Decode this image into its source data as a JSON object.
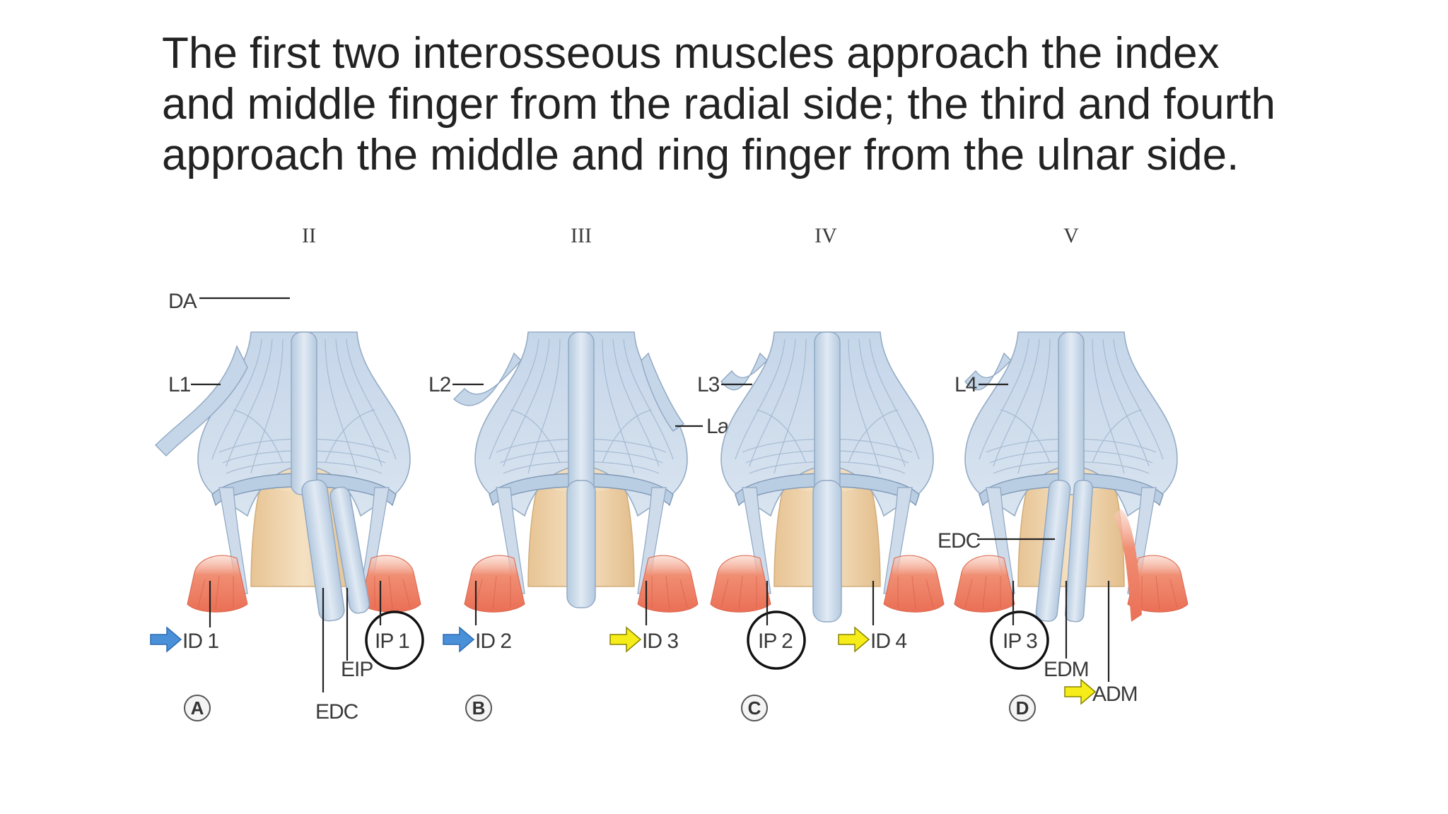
{
  "heading": {
    "line1": "The first two interosseous muscles approach the index",
    "line2": "and middle finger from the radial side; the third and fourth",
    "line3": "approach the middle and ring finger from the ulnar side."
  },
  "panels": [
    {
      "letter": "A",
      "finger": "II",
      "labels": {
        "da": "DA",
        "l": "L1",
        "id": "ID 1",
        "ip": "IP 1",
        "eip": "EIP",
        "edc": "EDC"
      },
      "id_arrow_color": "#4a90d9"
    },
    {
      "letter": "B",
      "finger": "III",
      "labels": {
        "l": "L2",
        "la": "La",
        "id_left": "ID 2",
        "id_right": "ID 3"
      },
      "id_left_arrow_color": "#4a90d9",
      "id_right_arrow_color": "#f5ec1a"
    },
    {
      "letter": "C",
      "finger": "IV",
      "labels": {
        "l": "L3",
        "ip": "IP 2",
        "id": "ID 4"
      },
      "id_arrow_color": "#f5ec1a"
    },
    {
      "letter": "D",
      "finger": "V",
      "labels": {
        "l": "L4",
        "edc": "EDC",
        "ip": "IP 3",
        "edm": "EDM",
        "adm": "ADM"
      },
      "adm_arrow_color": "#f5ec1a"
    }
  ],
  "colors": {
    "tendon": "#c9d9ea",
    "tendon_edge": "#8fa7c2",
    "bone": "#ecd1a7",
    "muscle": "#ee7e64",
    "muscle_light": "#f6b9a3",
    "blue_arrow": "#4a90d9",
    "yellow_arrow": "#f5ec1a"
  }
}
